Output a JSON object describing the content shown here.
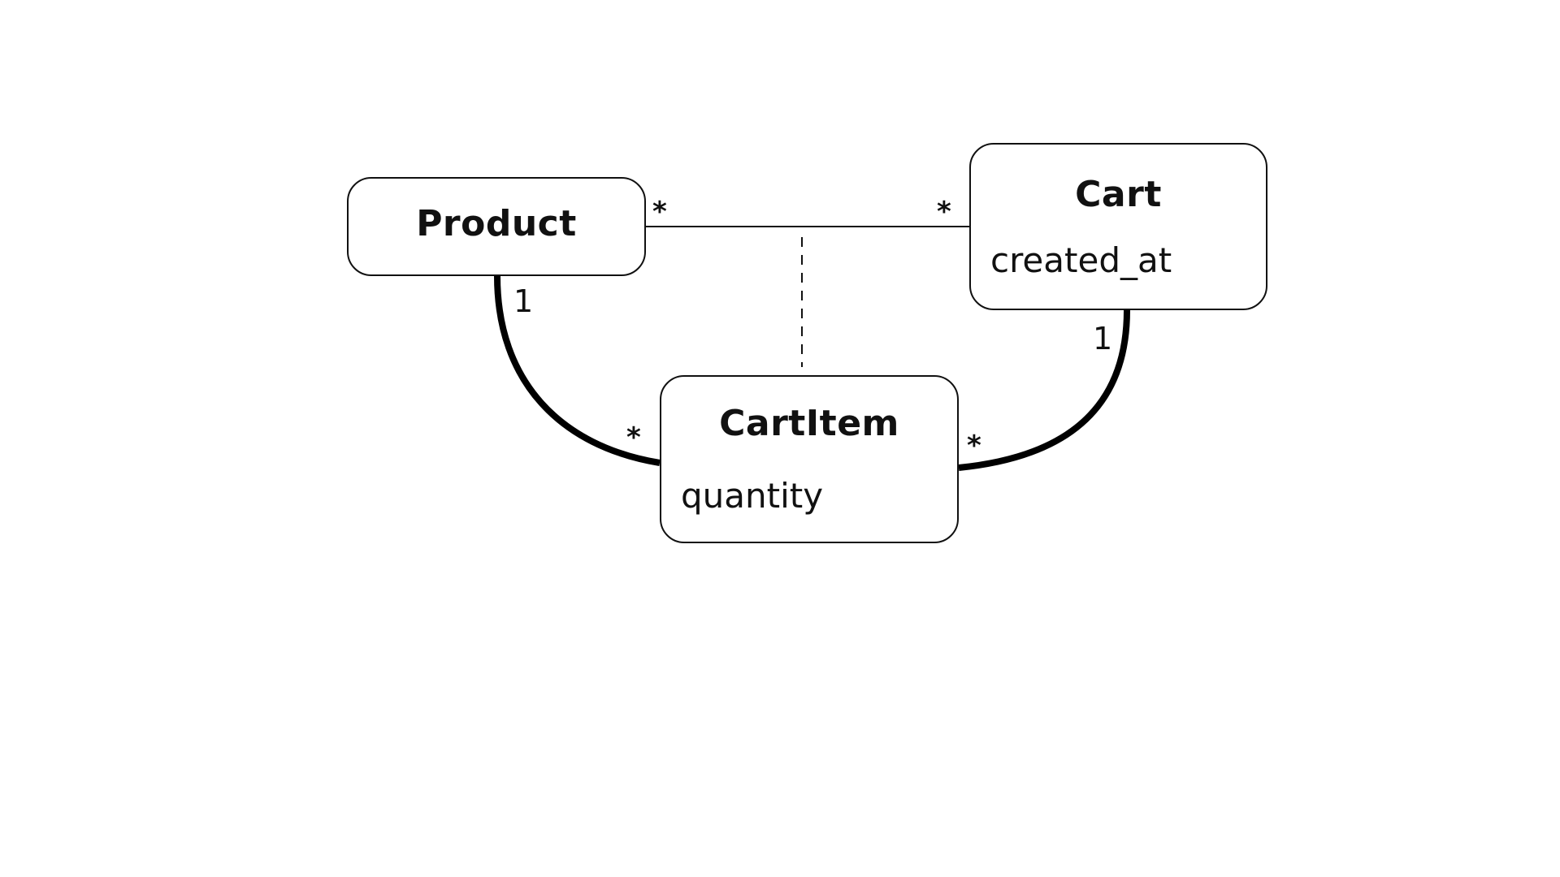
{
  "entities": {
    "product": {
      "name": "Product"
    },
    "cart": {
      "name": "Cart",
      "attribute": "created_at"
    },
    "cart_item": {
      "name": "CartItem",
      "attribute": "quantity"
    }
  },
  "multiplicities": {
    "product_cart_product_end": "*",
    "product_cart_cart_end": "*",
    "product_cartitem_product_end": "1",
    "product_cartitem_cartitem_end": "*",
    "cart_cartitem_cart_end": "1",
    "cart_cartitem_cartitem_end": "*"
  },
  "colors": {
    "stroke": "#111111",
    "background": "#ffffff"
  }
}
